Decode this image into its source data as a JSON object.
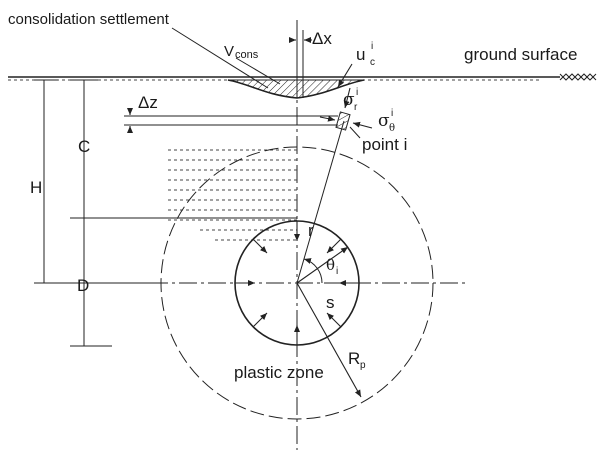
{
  "labels": {
    "consolidation_settlement": "consolidation settlement",
    "v_main": "V",
    "v_sub": "cons",
    "delta_x": "Δx",
    "u_main": "u",
    "u_sub": "c",
    "u_sup": "i",
    "ground_surface": "ground surface",
    "delta_z": "Δz",
    "sigma_r": "σ",
    "sigma_r_sub": "r",
    "sigma_r_sup": "i",
    "sigma_theta": "σ",
    "sigma_theta_sub": "θ",
    "sigma_theta_sup": "i",
    "point_i": "point i",
    "C": "C",
    "H": "H",
    "D": "D",
    "r": "r",
    "theta": "θ",
    "theta_sub": "i",
    "s": "s",
    "Rp_main": "R",
    "Rp_sub": "p",
    "plastic_zone": "plastic zone"
  }
}
